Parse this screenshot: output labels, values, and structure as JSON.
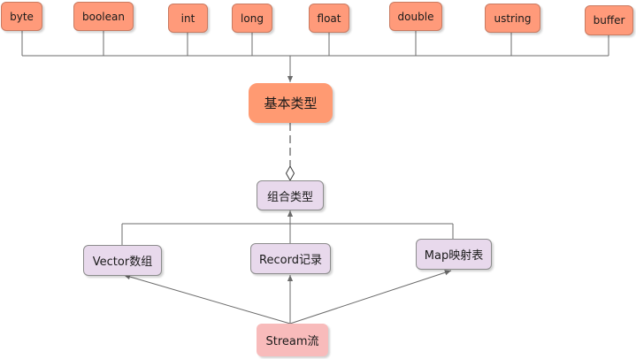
{
  "colors": {
    "primitive_fill": "#FF9A7A",
    "primitive_border": "#C97A60",
    "basic_fill": "#FF9A72",
    "composite_fill": "#E8D9EC",
    "composite_border": "#8C8C8C",
    "stream_fill": "#F8BBBB",
    "connector": "#6B6B6B"
  },
  "primitive_types": [
    "byte",
    "boolean",
    "int",
    "long",
    "float",
    "double",
    "ustring",
    "buffer"
  ],
  "basic_type": "基本类型",
  "composite_type": "组合类型",
  "composite_members": [
    "Vector数组",
    "Record记录",
    "Map映射表"
  ],
  "stream": "Stream流"
}
